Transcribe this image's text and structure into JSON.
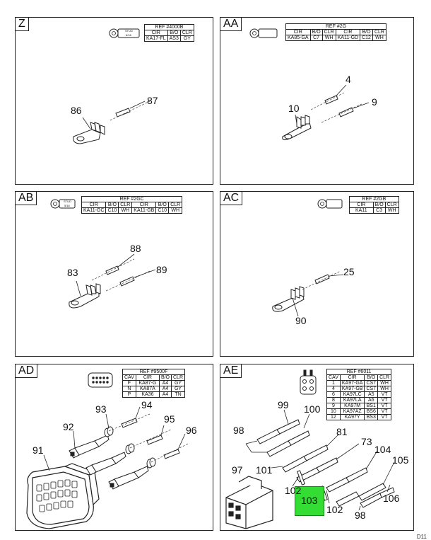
{
  "panels": {
    "z": {
      "tag": "Z",
      "ref_title": "REF #4000B",
      "headers": [
        "CIR",
        "B/O",
        "CLR"
      ],
      "rows": [
        [
          "KA17-FL",
          "AS3",
          "GY"
        ]
      ],
      "stud_label_1": "STUD",
      "stud_label_2": "6/16",
      "callouts": [
        "86",
        "87"
      ]
    },
    "aa": {
      "tag": "AA",
      "ref_title": "REF #2G",
      "headers": [
        "CIR",
        "B/O",
        "CLR",
        "CIR",
        "B/O",
        "CLR"
      ],
      "rows": [
        [
          "KA85-GA",
          "C7",
          "WH",
          "KA11-GD",
          "C12",
          "WH"
        ]
      ],
      "callouts": [
        "4",
        "9",
        "10"
      ]
    },
    "ab": {
      "tag": "AB",
      "ref_title": "REF #2GC",
      "headers": [
        "CIR",
        "B/O",
        "CLR",
        "CIR",
        "B/O",
        "CLR"
      ],
      "rows": [
        [
          "KA11-GC",
          "C10",
          "WH",
          "KA11-GB",
          "C10",
          "WH"
        ]
      ],
      "stud_label_1": "STUD",
      "stud_label_2": "5/16",
      "callouts": [
        "88",
        "83",
        "89"
      ]
    },
    "ac": {
      "tag": "AC",
      "ref_title": "REF #2GB",
      "headers": [
        "CIR",
        "B/O",
        "CLR"
      ],
      "rows": [
        [
          "KA11",
          "C3",
          "WH"
        ]
      ],
      "callouts": [
        "25",
        "90"
      ]
    },
    "ad": {
      "tag": "AD",
      "ref_title": "REF #9500F",
      "headers": [
        "CAV",
        "CIR",
        "B/O",
        "CLR"
      ],
      "rows": [
        [
          "F",
          "KA87-G",
          "A4",
          "GY"
        ],
        [
          "N",
          "KA87A",
          "A4",
          "GY"
        ],
        [
          "P",
          "KA36",
          "A4",
          "TN"
        ]
      ],
      "callouts": [
        "94",
        "93",
        "95",
        "92",
        "96",
        "91"
      ]
    },
    "ae": {
      "tag": "AE",
      "ref_title": "REF #6011",
      "headers": [
        "CAV",
        "CIR",
        "B/O",
        "CLR"
      ],
      "rows": [
        [
          "1",
          "KA97-GA",
          "CS7",
          "WH"
        ],
        [
          "4",
          "KA97-GB",
          "CS7",
          "WH"
        ],
        [
          "6",
          "KA97LC",
          "A5",
          "VT"
        ],
        [
          "8",
          "KA97LA",
          "A6",
          "VT"
        ],
        [
          "9",
          "KA97M",
          "BS1",
          "VT"
        ],
        [
          "10",
          "KA97AZ",
          "BS6",
          "VT"
        ],
        [
          "12",
          "KA97Y",
          "BS3",
          "VT"
        ]
      ],
      "callouts": [
        "99",
        "100",
        "98",
        "81",
        "73",
        "104",
        "97",
        "101",
        "105",
        "102",
        "103",
        "106",
        "102",
        "98"
      ],
      "highlight_color": "#33dd33"
    }
  },
  "page_mark": "D11"
}
